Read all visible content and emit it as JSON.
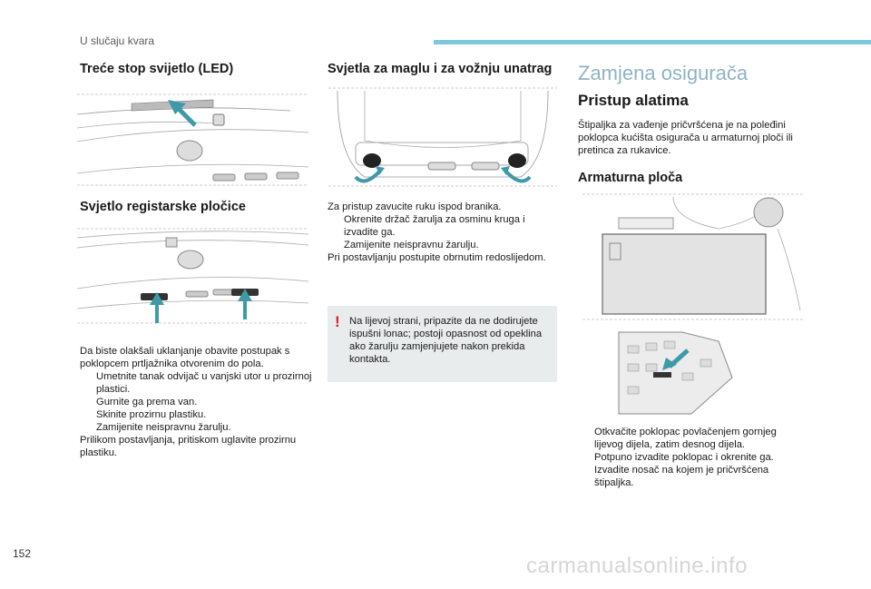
{
  "header": {
    "section": "U slučaju kvara",
    "bar_color": "#7fc7dc"
  },
  "page_number": "152",
  "watermark": "carmanualsonline.info",
  "col1": {
    "title1": "Treće stop svijetlo (LED)",
    "title2": "Svjetlo registarske pločice",
    "intro": "Da biste olakšali uklanjanje obavite postupak s poklopcem prtljažnika otvorenim do pola.",
    "steps": [
      "Umetnite tanak odvijač u vanjski utor u prozirnoj plastici.",
      "Gurnite ga prema van.",
      "Skinite prozirnu plastiku.",
      "Zamijenite neispravnu žarulju."
    ],
    "outro": "Prilikom postavljanja, pritiskom uglavite prozirnu plastiku."
  },
  "col2": {
    "title": "Svjetla za maglu i za vožnju unatrag",
    "intro": "Za pristup zavucite ruku ispod branika.",
    "steps": [
      "Okrenite držač žarulja za osminu kruga i izvadite ga.",
      "Zamijenite neispravnu žarulju."
    ],
    "outro": "Pri postavljanju postupite obrnutim redoslijedom.",
    "warning": "Na lijevoj strani, pripazite da ne dodirujete ispušni lonac; postoji opasnost od opeklina ako žarulju zamjenjujete nakon prekida kontakta."
  },
  "col3": {
    "title": "Zamjena osigurača",
    "sub1": "Pristup alatima",
    "para1": "Štipaljka za vađenje pričvršćena je na poleđini poklopca kućišta osigurača u armaturnoj ploči ili pretinca za rukavice.",
    "sub2": "Armaturna ploča",
    "steps": [
      "Otkvačite poklopac povlačenjem gornjeg lijevog dijela, zatim desnog dijela.",
      "Potpuno izvadite poklopac i okrenite ga.",
      "Izvadite nosač na kojem je pričvršćena štipaljka."
    ]
  },
  "bullet_mark": "",
  "warning_mark": "!"
}
